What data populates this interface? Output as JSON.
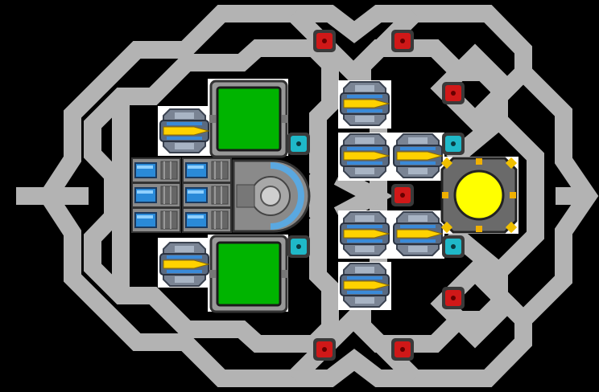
{
  "colors": {
    "background": "#000000",
    "hull": "#b3b3b3",
    "floor": "#ffffff",
    "frame": "#555555",
    "frame_light": "#999999",
    "panel_green": "#00b400",
    "gun_yellow": "#ffd200",
    "gun_body": "#5a6a80",
    "gun_blue": "#3a8ad8",
    "cyan_block": "#1fb8c8",
    "red_block": "#d01818",
    "engine_blue": "#2a8ad8",
    "reactor_yellow": "#ffff00",
    "reactor_rim": "#6a6a6a",
    "core_blue": "#5aa8e0"
  },
  "scene": {
    "component_counts": {
      "gun_turrets": 8,
      "green_panels": 2,
      "thrusters": 6,
      "cyan_blocks": 4,
      "red_blocks": 7,
      "reactor": 1,
      "cockpit": 1
    },
    "icons": [
      "gun-turret-icon",
      "armor-panel-icon",
      "thruster-icon",
      "cockpit-icon",
      "reactor-icon",
      "cyan-block-icon",
      "red-block-icon"
    ]
  }
}
